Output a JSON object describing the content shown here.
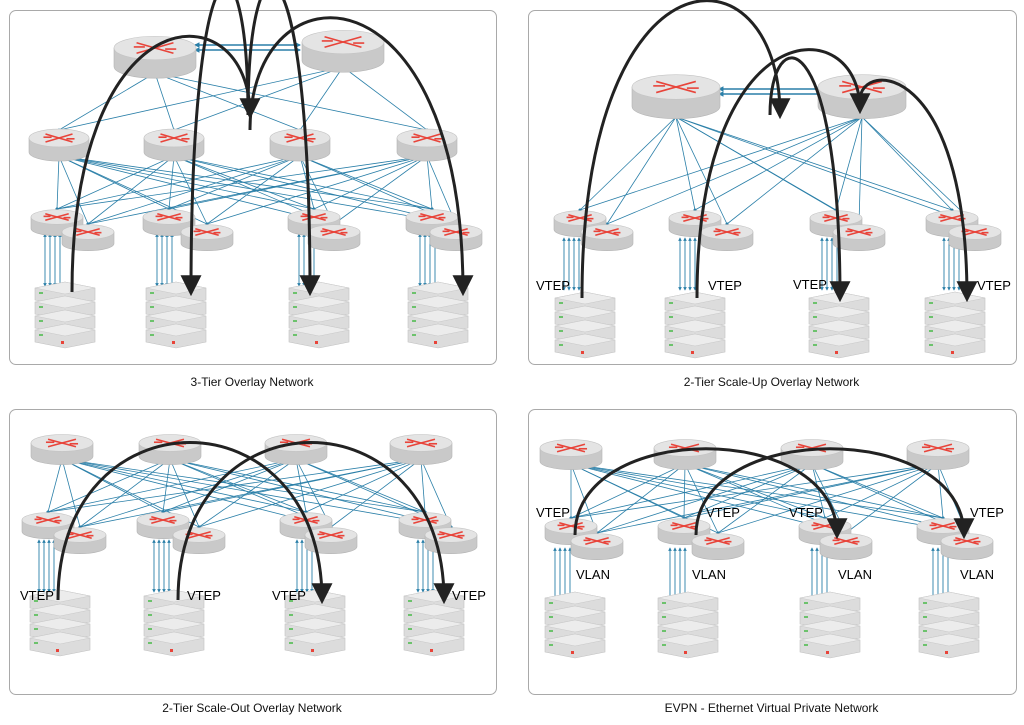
{
  "panels": [
    {
      "id": "p1",
      "caption": "3-Tier Overlay Network",
      "vtep_label": "",
      "vlan_label": ""
    },
    {
      "id": "p2",
      "caption": "2-Tier Scale-Up Overlay Network",
      "vtep_label": "VTEP",
      "vlan_label": ""
    },
    {
      "id": "p3",
      "caption": "2-Tier Scale-Out Overlay Network",
      "vtep_label": "VTEP",
      "vlan_label": ""
    },
    {
      "id": "p4",
      "caption": "EVPN - Ethernet Virtual Private Network",
      "vtep_label": "VTEP",
      "vlan_label": "VLAN"
    }
  ],
  "colors": {
    "link": "#2a7fa8",
    "arc": "#222222",
    "router_body": "#d9d9d9",
    "router_mark": "#e8443a",
    "server_led_green": "#6cc26c",
    "server_led_red": "#e8443a"
  },
  "icons": [
    "router-icon",
    "server-stack-icon"
  ]
}
